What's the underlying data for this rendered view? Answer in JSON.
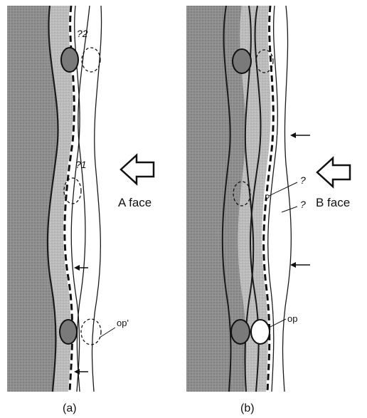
{
  "panels": [
    {
      "caption": "(a)",
      "face_label": "A face",
      "pit_label": "op'",
      "question_marks": [
        "?2",
        "?1"
      ]
    },
    {
      "caption": "(b)",
      "face_label": "B face",
      "pit_label": "op",
      "question_marks": [
        "?",
        "?"
      ]
    }
  ],
  "colors": {
    "stipple_dark": "#8a8a8a",
    "stipple_light": "#b5b5b5",
    "line": "#1a1a1a",
    "ink": "#111111",
    "background": "#ffffff"
  },
  "icons": [
    "arrow-left-outline-icon",
    "arrow-left-small-icon"
  ]
}
